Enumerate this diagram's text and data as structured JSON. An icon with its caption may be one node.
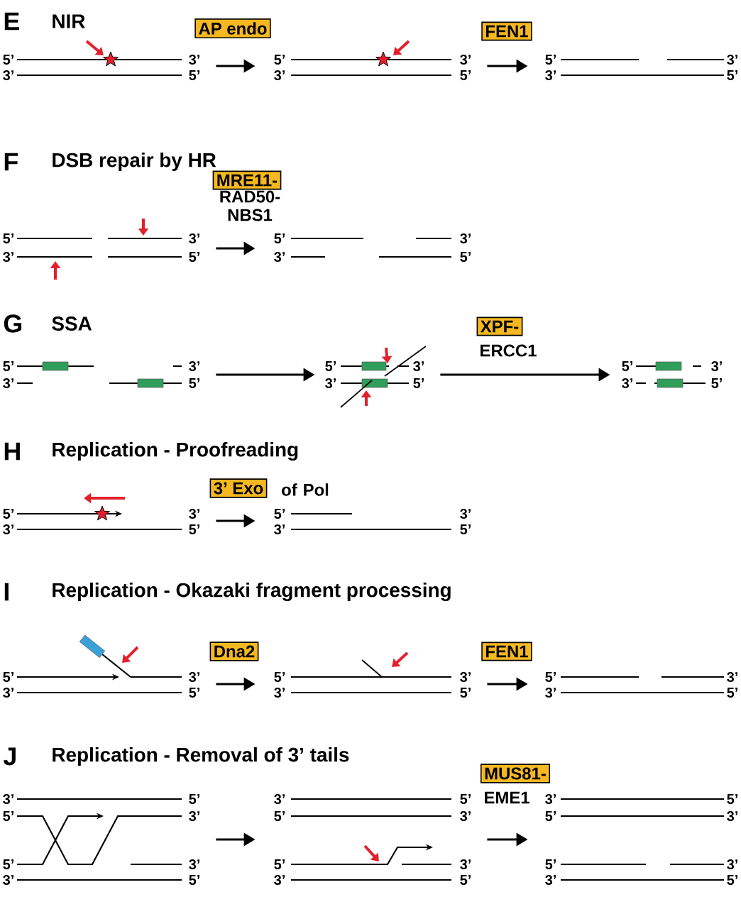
{
  "diagram": {
    "nodes": [
      {
        "text": [
          "5’",
          "3’",
          "3’",
          "5’"
        ]
      },
      {
        "text": [
          "AP endo"
        ]
      },
      {
        "text": [
          "5’",
          "3’",
          "3’",
          "5’"
        ]
      },
      {
        "text": [
          "FEN1"
        ]
      },
      {
        "text": [
          "5’",
          "3’",
          "3’",
          "5’"
        ]
      },
      {
        "text": [
          "5’",
          "3’",
          "3’",
          "5’"
        ]
      },
      {
        "text": [
          "MRE11-"
        ],
        "beside": [
          "RAD50- NBS1"
        ]
      },
      {
        "text": [
          "5’",
          "3’",
          "3’",
          "5’"
        ]
      },
      {
        "text": [
          "5’",
          "3’",
          "3’",
          "5’"
        ]
      },
      {
        "text": [
          "5’",
          "3’",
          "3’",
          "5’"
        ]
      },
      {
        "text": [
          "XPF-"
        ],
        "beside": [
          "ERCC1"
        ]
      },
      {
        "text": [
          "5’",
          "3’",
          "3’",
          "5’"
        ]
      },
      {
        "text": [
          "5’",
          "3’",
          "3’",
          "5’"
        ]
      },
      {
        "text": [
          "3’ Exo"
        ],
        "beside": [
          "of Pol"
        ]
      },
      {
        "text": [
          "5’",
          "3’",
          "3’",
          "5’"
        ]
      },
      {
        "text": [
          "5’",
          "3’",
          "3’",
          "5’"
        ]
      },
      {
        "text": [
          "Dna2"
        ]
      },
      {
        "text": [
          "5’",
          "3’",
          "3’",
          "5’"
        ]
      },
      {
        "text": [
          "FEN1"
        ]
      },
      {
        "text": [
          "5’",
          "3’",
          "3’",
          "5’"
        ]
      },
      {
        "text": [
          "3’",
          "5’",
          "5’",
          "3’",
          "5’",
          "3’",
          "3’",
          "5’"
        ]
      },
      {
        "text": [
          "3’",
          "5’",
          "5’",
          "3’",
          "5’",
          "3’",
          "3’",
          "5’"
        ]
      },
      {
        "text": [
          "MUS81-"
        ],
        "beside": [
          "EME1"
        ]
      },
      {
        "text": [
          "3’",
          "5’",
          "5’",
          "3’",
          "5’",
          "3’",
          "3’",
          "5’"
        ]
      }
    ],
    "edges": [
      {
        "from": 0,
        "to": 2,
        "arrow": "to"
      },
      {
        "from": 2,
        "to": 4,
        "arrow": "to"
      },
      {
        "from": 5,
        "to": 7,
        "arrow": "to"
      },
      {
        "from": 8,
        "to": 9,
        "arrow": "to"
      },
      {
        "from": 9,
        "to": 11,
        "arrow": "to"
      },
      {
        "from": 12,
        "to": 14,
        "arrow": "to"
      },
      {
        "from": 15,
        "to": 17,
        "arrow": "to"
      },
      {
        "from": 17,
        "to": 19,
        "arrow": "to"
      },
      {
        "from": 20,
        "to": 21,
        "arrow": "to"
      },
      {
        "from": 21,
        "to": 23,
        "arrow": "to"
      }
    ],
    "labels": [
      "E",
      "NIR",
      "F",
      "DSB repair by HR",
      "G",
      "SSA",
      "H",
      "Replication - Proofreading",
      "I",
      "Replication - Okazaki fragment processing",
      "J",
      "Replication - Removal of 3’ tails"
    ]
  }
}
